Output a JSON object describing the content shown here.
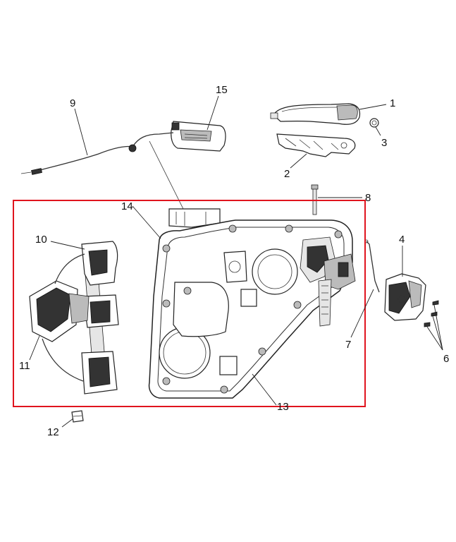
{
  "diagram": {
    "highlight_color": "#e0141e",
    "line_color": "#222222",
    "callouts": [
      {
        "id": "c1",
        "label": "1"
      },
      {
        "id": "c2",
        "label": "2"
      },
      {
        "id": "c3",
        "label": "3"
      },
      {
        "id": "c4",
        "label": "4"
      },
      {
        "id": "c6",
        "label": "6"
      },
      {
        "id": "c7",
        "label": "7"
      },
      {
        "id": "c8",
        "label": "8"
      },
      {
        "id": "c9",
        "label": "9"
      },
      {
        "id": "c10",
        "label": "10"
      },
      {
        "id": "c11",
        "label": "11"
      },
      {
        "id": "c12",
        "label": "12"
      },
      {
        "id": "c13",
        "label": "13"
      },
      {
        "id": "c14",
        "label": "14"
      },
      {
        "id": "c15",
        "label": "15"
      }
    ]
  }
}
